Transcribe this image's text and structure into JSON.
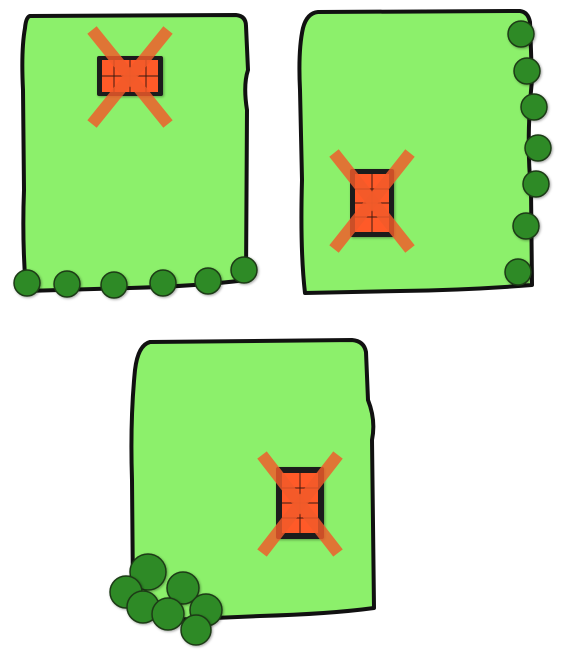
{
  "colors": {
    "lawn": "#8cf06b",
    "outline": "#111111",
    "tree": "#2e8a27",
    "tree_outline": "#1f3b17",
    "hive_body": "#1b1b1b",
    "hive_fill": "#ff5a28",
    "cross": "#f25b2a",
    "background": "#ffffff"
  },
  "panels": [
    {
      "name": "yard-top-left",
      "trees": "row-along-bottom-edge",
      "tree_count": 6,
      "crossed_item": "hive-box"
    },
    {
      "name": "yard-top-right",
      "trees": "column-along-right-edge",
      "tree_count": 7,
      "crossed_item": "hive-box"
    },
    {
      "name": "yard-bottom-center",
      "trees": "cluster-in-bottom-left-corner",
      "tree_count": 7,
      "crossed_item": "hive-box"
    }
  ],
  "icons": {
    "tree": "tree-icon",
    "hive": "beehive-icon",
    "cross": "cross-mark-icon"
  }
}
